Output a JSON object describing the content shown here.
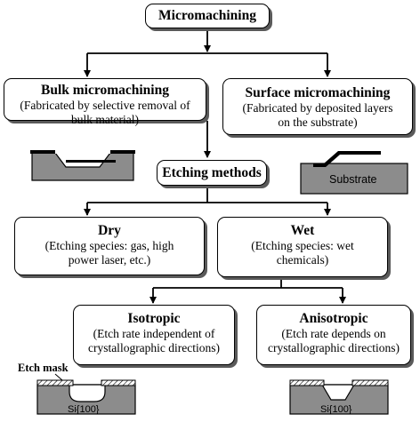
{
  "top": {
    "title": "Micromachining"
  },
  "bulk": {
    "title": "Bulk micromachining",
    "sub": "(Fabricated by selective removal of bulk material)"
  },
  "surface": {
    "title": "Surface micromachining",
    "sub": "(Fabricated by deposited layers on the substrate)"
  },
  "etching": {
    "title": "Etching methods"
  },
  "dry": {
    "title": "Dry",
    "sub": "(Etching species: gas, high power laser, etc.)"
  },
  "wet": {
    "title": "Wet",
    "sub": "(Etching species: wet chemicals)"
  },
  "isotropic": {
    "title": "Isotropic",
    "sub": "(Etch rate independent of crystallographic directions)"
  },
  "anisotropic": {
    "title": "Anisotropic",
    "sub": "(Etch rate depends on crystallographic directions)"
  },
  "labels": {
    "substrate": "Substrate",
    "etch_mask": "Etch mask",
    "si_iso": "Si{100}",
    "si_aniso": "Si{100}"
  }
}
